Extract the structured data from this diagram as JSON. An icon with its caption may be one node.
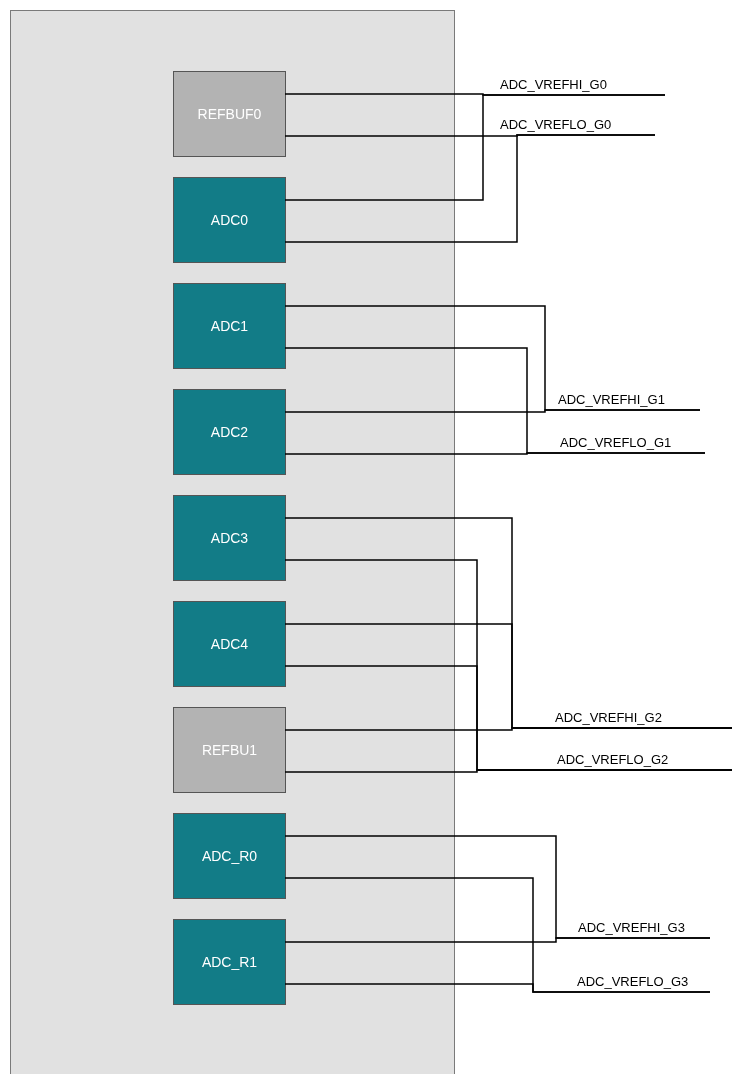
{
  "diagram": {
    "nodes": [
      {
        "text": [],
        "shape": "box"
      },
      {
        "text": [
          "REFBUF0"
        ],
        "in": 0
      },
      {
        "text": [
          "ADC0"
        ],
        "in": 0
      },
      {
        "text": [
          "ADC1"
        ],
        "in": 0
      },
      {
        "text": [
          "ADC2"
        ],
        "in": 0
      },
      {
        "text": [
          "ADC3"
        ],
        "in": 0
      },
      {
        "text": [
          "ADC4"
        ],
        "in": 0
      },
      {
        "text": [
          "REFBU1"
        ],
        "in": 0
      },
      {
        "text": [
          "ADC_R0"
        ],
        "in": 0
      },
      {
        "text": [
          "ADC_R1"
        ],
        "in": 0
      },
      {
        "text": [
          "ADC_VREFHI_G0"
        ]
      },
      {
        "text": [
          "ADC_VREFLO_G0"
        ]
      },
      {
        "text": [
          "ADC_VREFHI_G1"
        ]
      },
      {
        "text": [
          "ADC_VREFLO_G1"
        ]
      },
      {
        "text": [
          "ADC_VREFHI_G2"
        ]
      },
      {
        "text": [
          "ADC_VREFLO_G2"
        ]
      },
      {
        "text": [
          "ADC_VREFHI_G3"
        ]
      },
      {
        "text": [
          "ADC_VREFLO_G3"
        ]
      }
    ],
    "edges": [
      {
        "from": 1,
        "to": 10,
        "arrow": "none"
      },
      {
        "from": 2,
        "to": 10,
        "arrow": "none"
      },
      {
        "from": 1,
        "to": 11,
        "arrow": "none"
      },
      {
        "from": 2,
        "to": 11,
        "arrow": "none"
      },
      {
        "from": 3,
        "to": 12,
        "arrow": "none"
      },
      {
        "from": 4,
        "to": 12,
        "arrow": "none"
      },
      {
        "from": 3,
        "to": 13,
        "arrow": "none"
      },
      {
        "from": 4,
        "to": 13,
        "arrow": "none"
      },
      {
        "from": 5,
        "to": 14,
        "arrow": "none"
      },
      {
        "from": 6,
        "to": 14,
        "arrow": "none"
      },
      {
        "from": 7,
        "to": 14,
        "arrow": "none"
      },
      {
        "from": 5,
        "to": 15,
        "arrow": "none"
      },
      {
        "from": 6,
        "to": 15,
        "arrow": "none"
      },
      {
        "from": 7,
        "to": 15,
        "arrow": "none"
      },
      {
        "from": 8,
        "to": 16,
        "arrow": "none"
      },
      {
        "from": 9,
        "to": 16,
        "arrow": "none"
      },
      {
        "from": 8,
        "to": 17,
        "arrow": "none"
      },
      {
        "from": 9,
        "to": 17,
        "arrow": "none"
      }
    ]
  }
}
